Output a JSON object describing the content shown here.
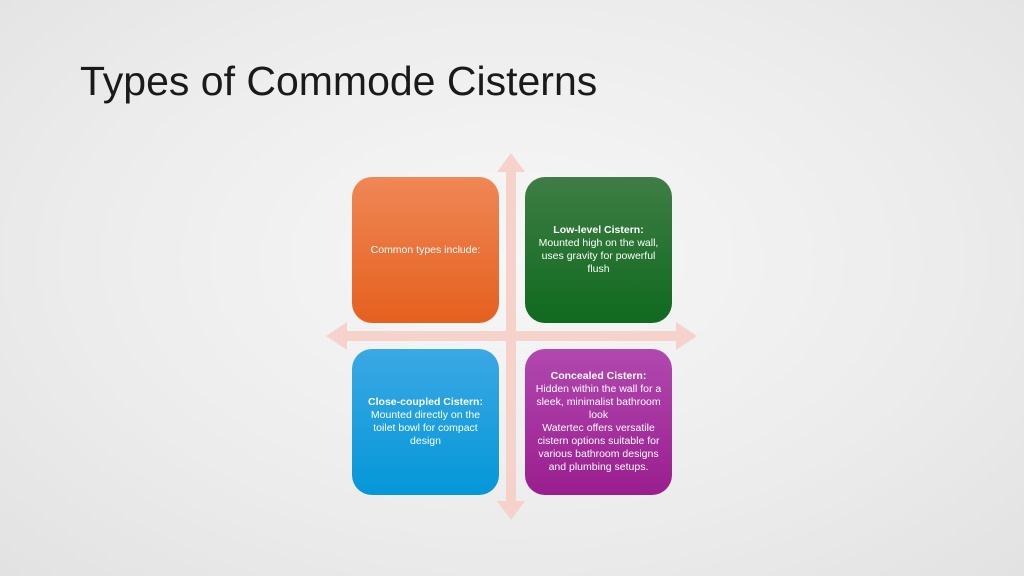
{
  "title": "Types of Commode Cisterns",
  "colors": {
    "orange": "#e96a2a",
    "green": "#1a6e28",
    "blue": "#1ba0de",
    "purple": "#a2309c",
    "arrow": "#f6cfc6"
  },
  "quadrants": {
    "top_left": {
      "text": "Common types include:"
    },
    "top_right": {
      "heading": "Low-level Cistern:",
      "text": "Mounted high on the wall, uses gravity for powerful flush"
    },
    "bottom_left": {
      "heading": "Close-coupled Cistern:",
      "text": "Mounted directly on the toilet bowl for compact design"
    },
    "bottom_right": {
      "heading": "Concealed Cistern:",
      "text": "Hidden within the wall for a sleek, minimalist bathroom look",
      "extra": "Watertec offers versatile cistern options suitable for various bathroom designs and plumbing setups."
    }
  }
}
